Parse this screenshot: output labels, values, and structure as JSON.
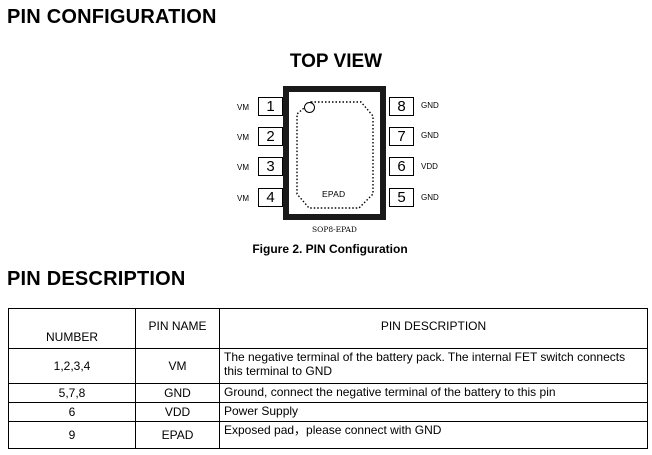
{
  "headings": {
    "pin_configuration": "PIN CONFIGURATION",
    "pin_description": "PIN DESCRIPTION"
  },
  "diagram": {
    "top_view": "TOP VIEW",
    "epad_label": "EPAD",
    "package_name": "SOP8-EPAD",
    "caption": "Figure 2.  PIN Configuration",
    "left_pins": [
      {
        "number": "1",
        "name": "VM"
      },
      {
        "number": "2",
        "name": "VM"
      },
      {
        "number": "3",
        "name": "VM"
      },
      {
        "number": "4",
        "name": "VM"
      }
    ],
    "right_pins": [
      {
        "number": "8",
        "name": "GND"
      },
      {
        "number": "7",
        "name": "GND"
      },
      {
        "number": "6",
        "name": "VDD"
      },
      {
        "number": "5",
        "name": "GND"
      }
    ]
  },
  "table": {
    "headers": {
      "number": "NUMBER",
      "pin_name": "PIN NAME",
      "pin_description": "PIN DESCRIPTION"
    },
    "rows": [
      {
        "number": "1,2,3,4",
        "name": "VM",
        "description": "The negative terminal of the battery pack. The internal FET switch connects this terminal to GND"
      },
      {
        "number": "5,7,8",
        "name": "GND",
        "description": "Ground, connect the negative terminal of the battery to this pin"
      },
      {
        "number": "6",
        "name": "VDD",
        "description": "Power Supply"
      },
      {
        "number": "9",
        "name": "EPAD",
        "description": "Exposed pad，please connect with GND"
      }
    ]
  }
}
